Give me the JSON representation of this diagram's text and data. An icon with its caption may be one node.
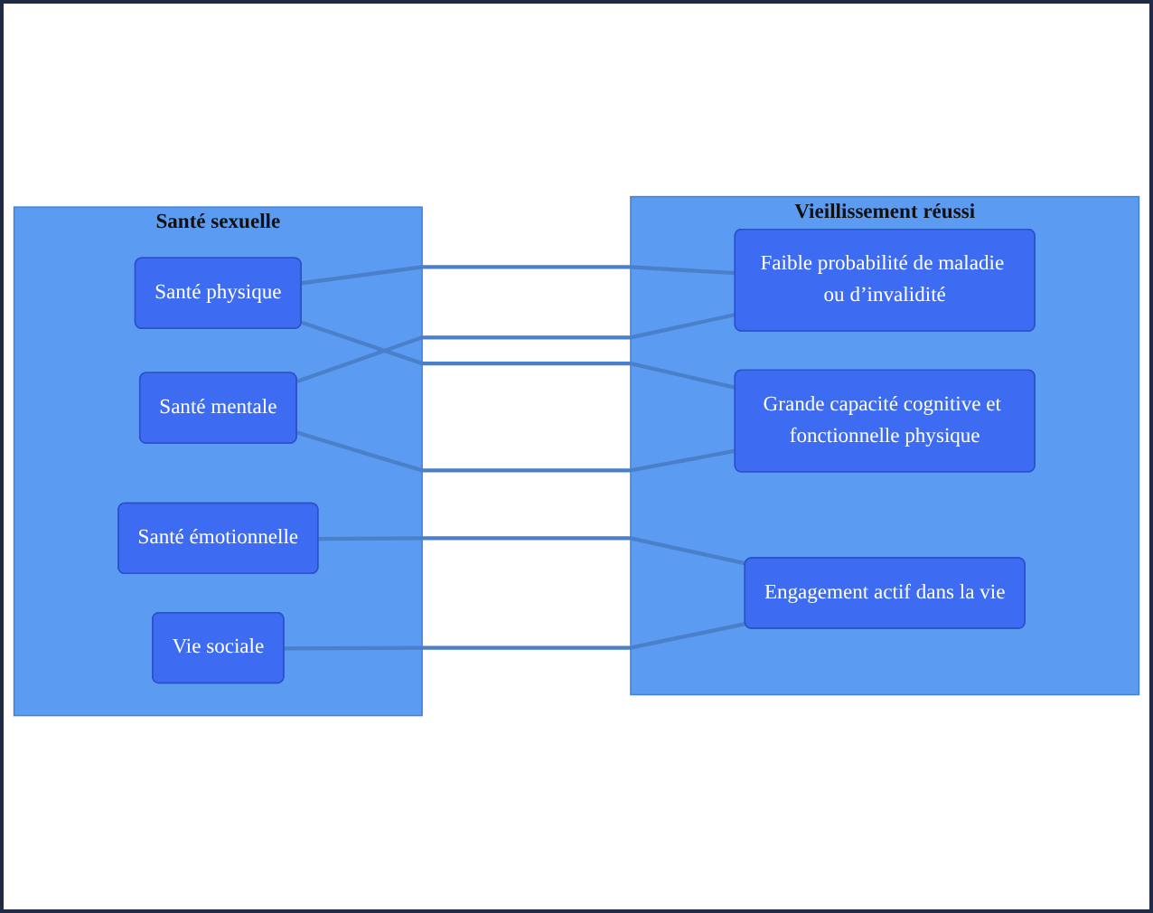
{
  "diagram": {
    "nodes": [
      {
        "text": [
          "Santé sexuelle"
        ]
      },
      {
        "text": [
          "Santé physique"
        ],
        "in": 0
      },
      {
        "text": [
          "Santé mentale"
        ],
        "in": 0
      },
      {
        "text": [
          "Santé émotionnelle"
        ],
        "in": 0
      },
      {
        "text": [
          "Vie sociale"
        ],
        "in": 0
      },
      {
        "text": [
          "Vieillissement réussi"
        ]
      },
      {
        "text": [
          "Faible probabilité de maladie ou d’invalidité"
        ],
        "in": 5
      },
      {
        "text": [
          "Grande capacité cognitive et fonctionnelle physique"
        ],
        "in": 5
      },
      {
        "text": [
          "Engagement actif dans la vie"
        ],
        "in": 5
      }
    ],
    "edges": [
      {
        "from": 1,
        "to": 6,
        "arrow": "none"
      },
      {
        "from": 1,
        "to": 7,
        "arrow": "none"
      },
      {
        "from": 2,
        "to": 6,
        "arrow": "none"
      },
      {
        "from": 2,
        "to": 7,
        "arrow": "none"
      },
      {
        "from": 3,
        "to": 8,
        "arrow": "none"
      },
      {
        "from": 4,
        "to": 8,
        "arrow": "none"
      }
    ]
  }
}
